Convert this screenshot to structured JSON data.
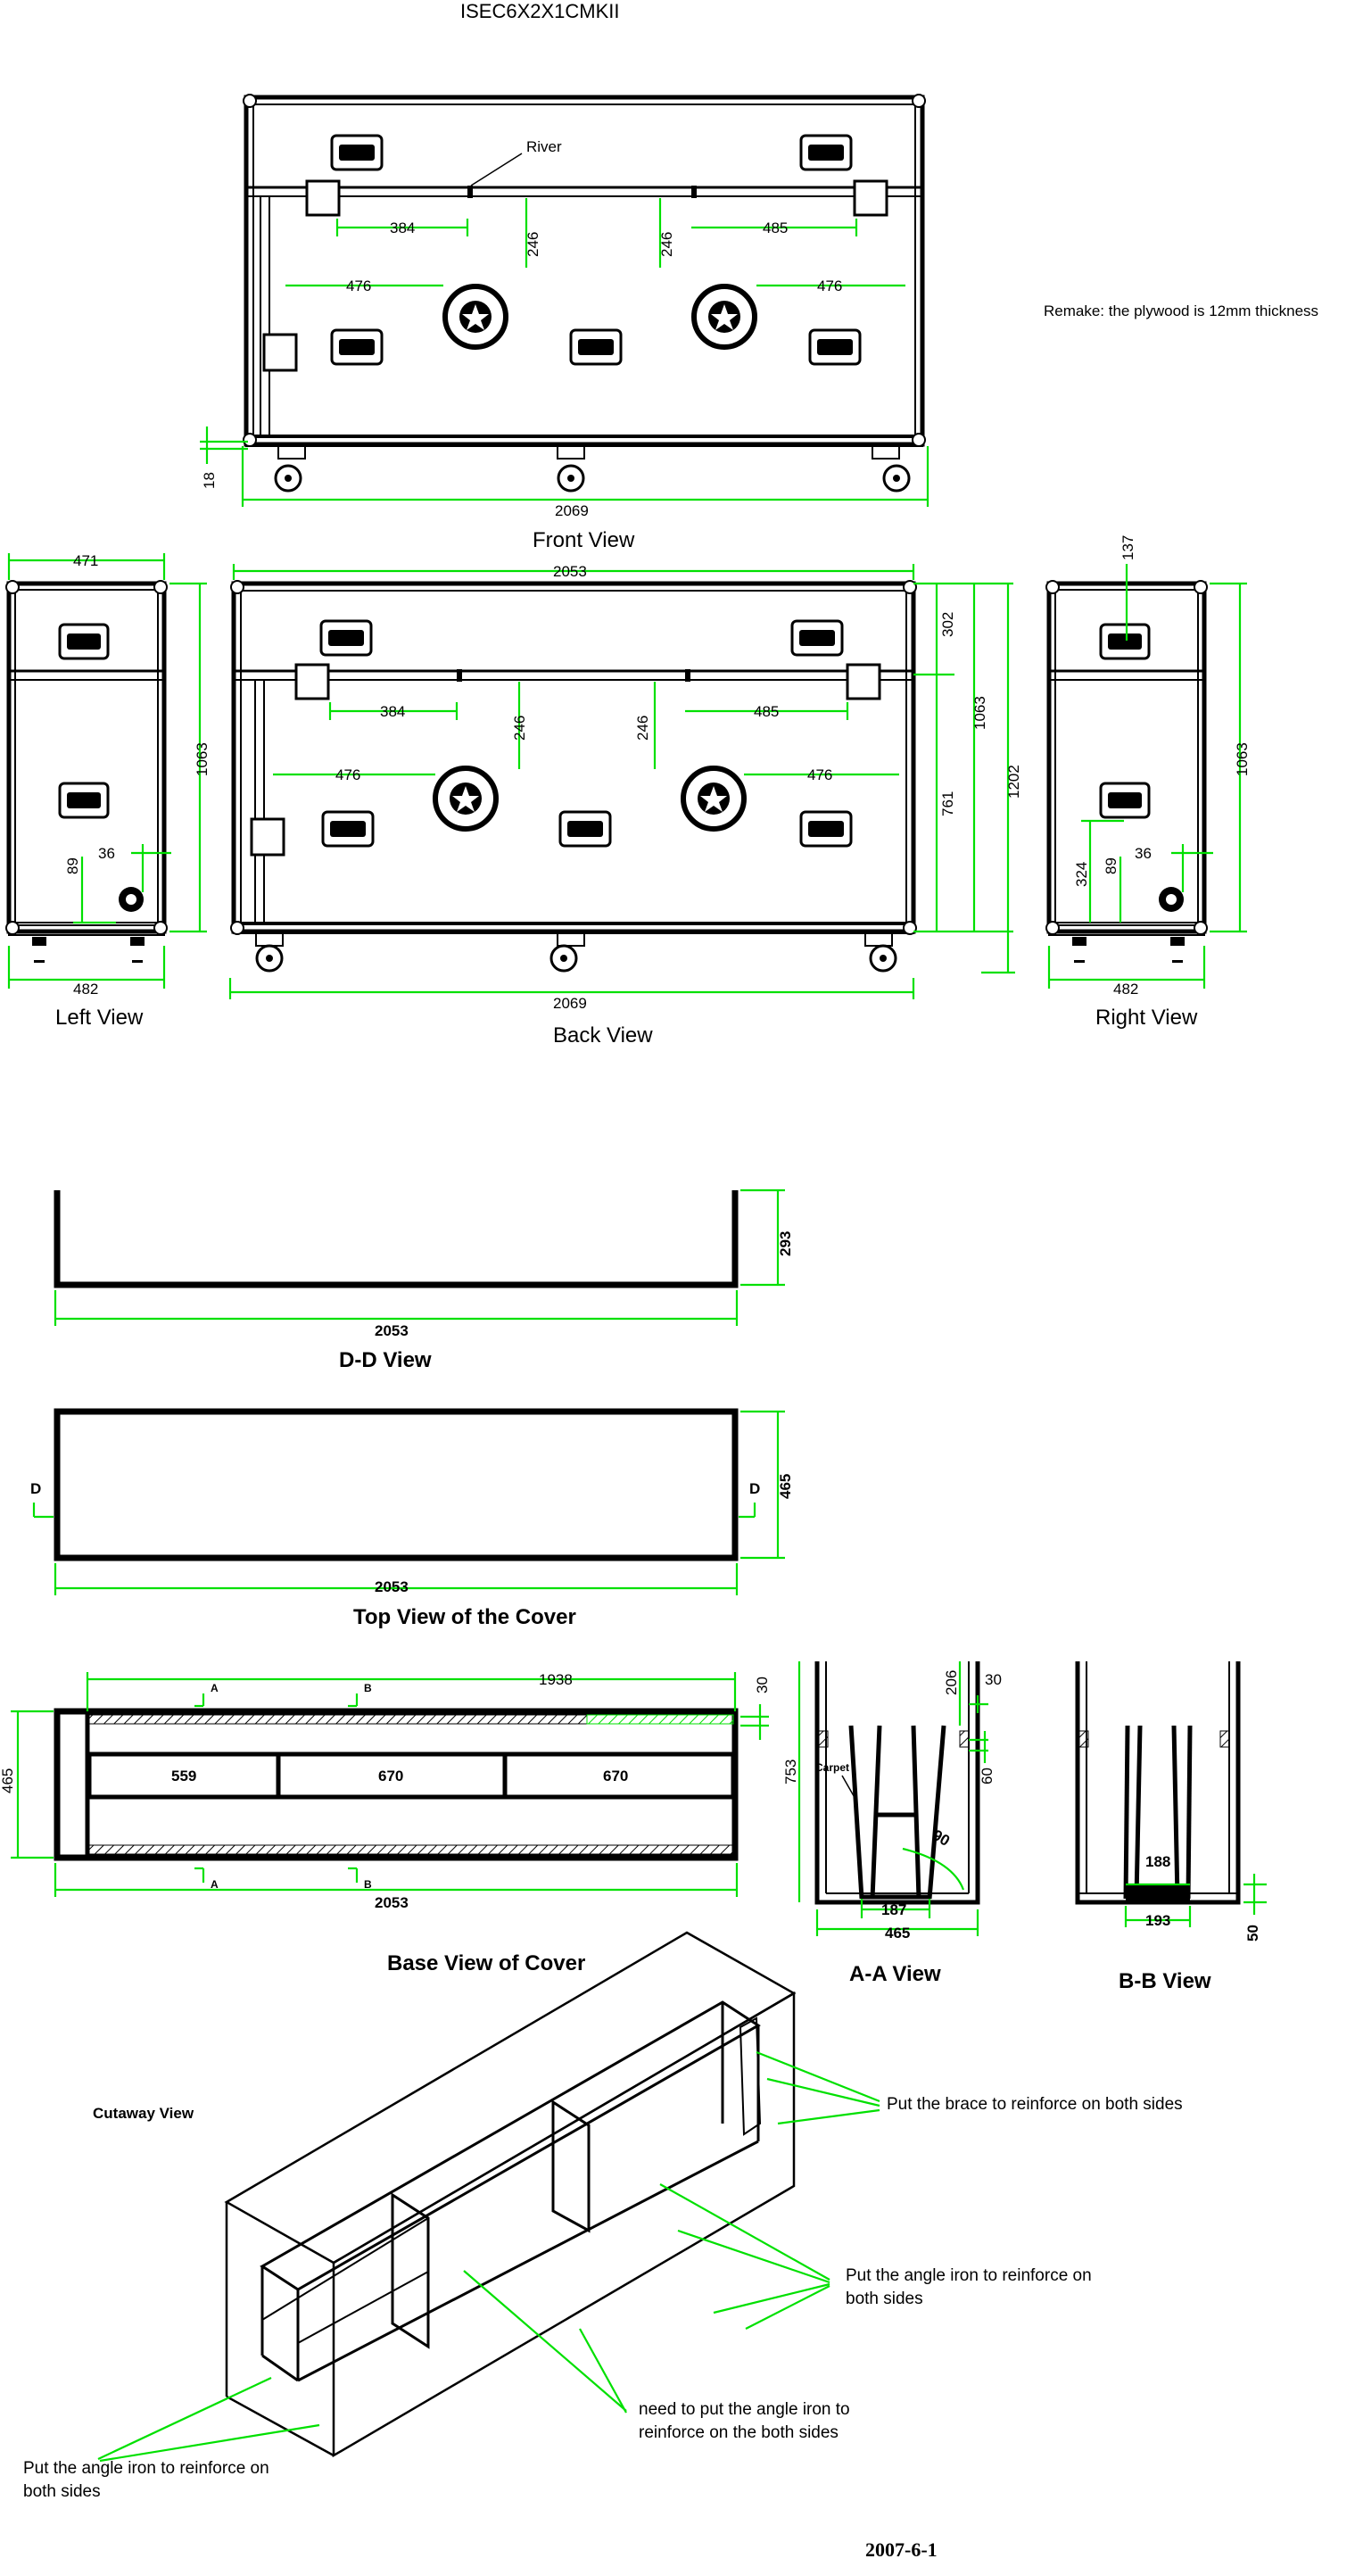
{
  "title": "ISEC6X2X1CMKII",
  "remark": "Remake: the plywood is 12mm thickness",
  "front_view": {
    "label": "Front View",
    "river": "River",
    "dims": {
      "width_total": "2069",
      "left_wall": "18",
      "d384": "384",
      "d485": "485",
      "d476_left": "476",
      "d476_right": "476",
      "d246_left": "246",
      "d246_right": "246"
    }
  },
  "left_view": {
    "label": "Left View",
    "dims": {
      "top": "471",
      "bottom": "482",
      "height": "1063",
      "d89": "89",
      "d36": "36"
    }
  },
  "back_view": {
    "label": "Back View",
    "dims": {
      "top": "2053",
      "bottom": "2069",
      "d384": "384",
      "d485": "485",
      "d476_left": "476",
      "d476_right": "476",
      "d246_left": "246",
      "d246_right": "246",
      "d302": "302",
      "d761": "761",
      "d1063": "1063",
      "d1202": "1202"
    }
  },
  "right_view": {
    "label": "Right View",
    "dims": {
      "top": "137",
      "bottom": "482",
      "height": "1063",
      "d324": "324",
      "d89": "89",
      "d36": "36"
    }
  },
  "dd_view": {
    "label": "D-D  View",
    "dims": {
      "width": "2053",
      "height": "293"
    }
  },
  "top_cover": {
    "label": "Top View of the Cover",
    "section_mark": "D",
    "dims": {
      "width": "2053",
      "height": "465"
    }
  },
  "base_cover": {
    "label": "Base View of Cover",
    "section_a": "A",
    "section_b": "B",
    "dims": {
      "inner": "1938",
      "width": "2053",
      "height": "465",
      "d30": "30",
      "c1": "559",
      "c2": "670",
      "c3": "670"
    }
  },
  "aa_view": {
    "label": "A-A  View",
    "carpet": "Carpet",
    "dims": {
      "d206": "206",
      "d30": "30",
      "d753": "753",
      "d60": "60",
      "angle": "90",
      "d187": "187",
      "d465": "465"
    }
  },
  "bb_view": {
    "label": "B-B  View",
    "dims": {
      "d188": "188",
      "d193": "193",
      "d50": "50"
    }
  },
  "cutaway": {
    "label": "Cutaway View",
    "note_brace": "Put the brace to reinforce on both sides",
    "note_angle_1": "Put the angle iron to reinforce on",
    "note_angle_1b": "both sides",
    "note_need_1": "need to put the angle iron to",
    "note_need_2": "reinforce on the both sides",
    "note_angle_2": "Put the angle iron to reinforce on",
    "note_angle_2b": "both sides"
  },
  "date": "2007-6-1"
}
